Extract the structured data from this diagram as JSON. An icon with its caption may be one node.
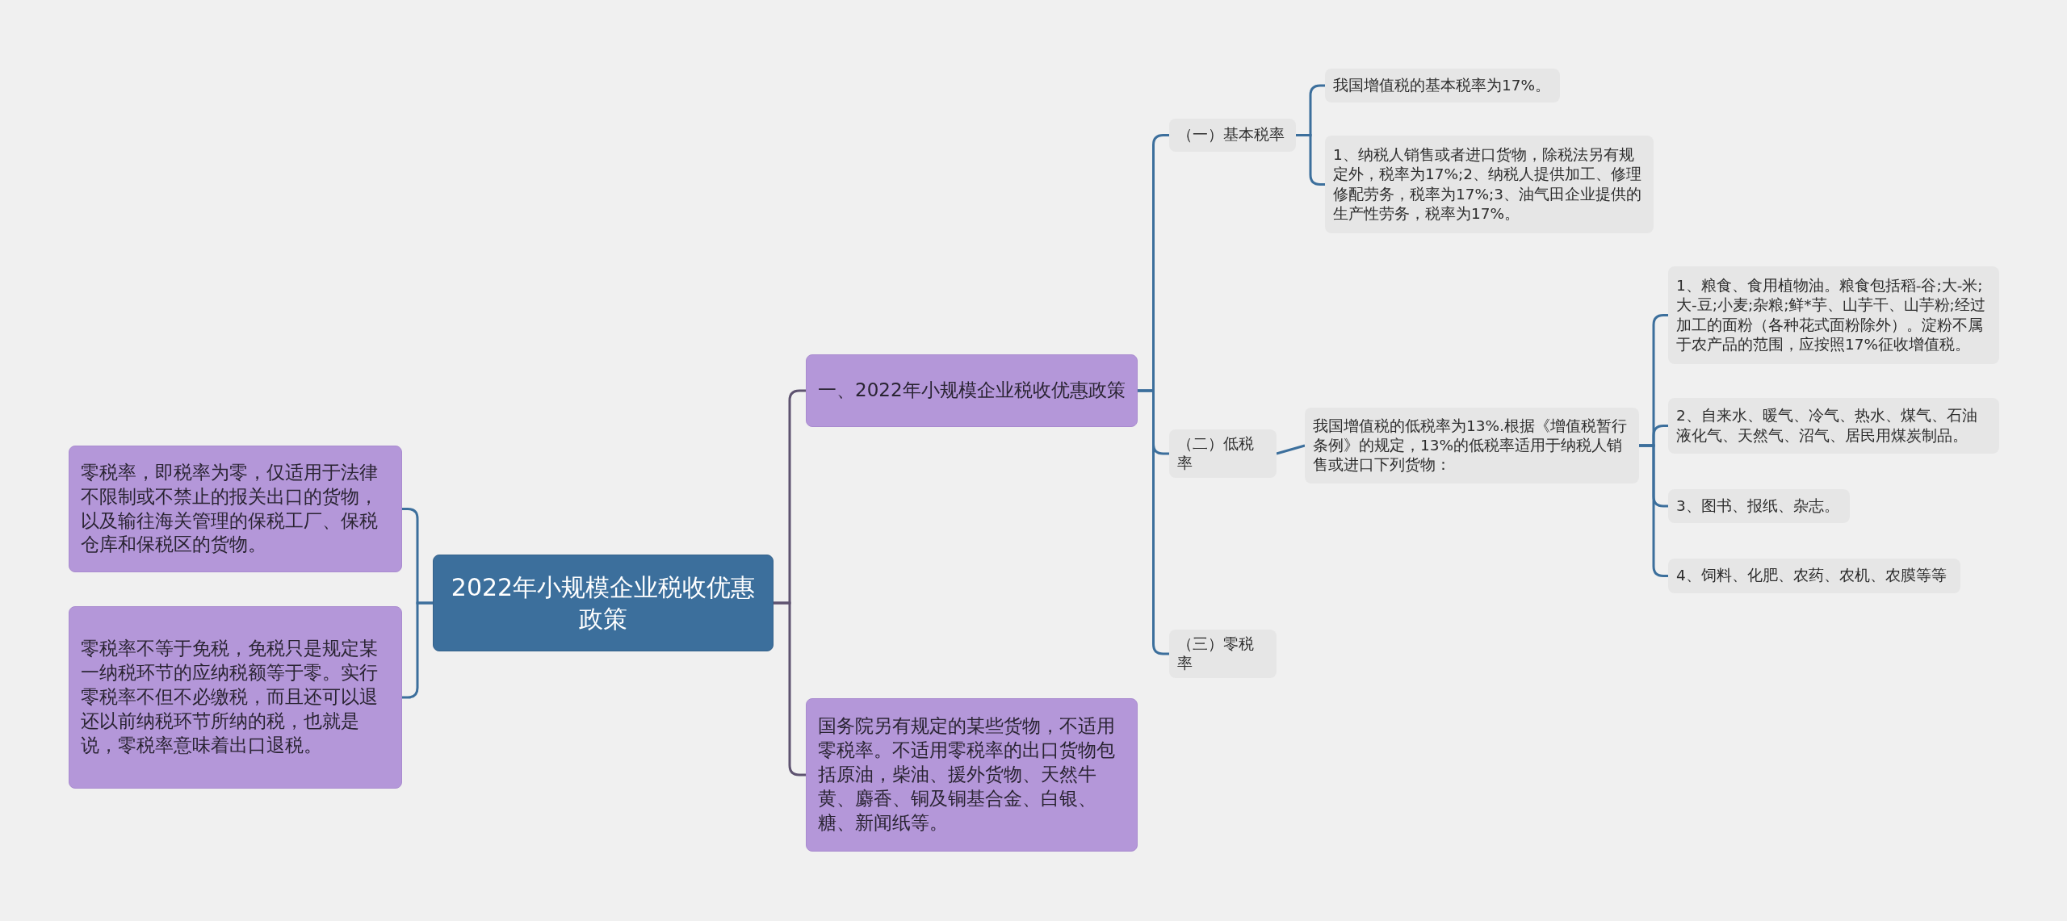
{
  "diagram": {
    "nodes": [
      {
        "text": [
          "2022年小规模企业税收优惠政策"
        ]
      },
      {
        "text": [
          "一、2022年小规模企业税收优惠政策"
        ]
      },
      {
        "text": [
          "（一）基本税率"
        ]
      },
      {
        "text": [
          "我国增值税的基本税率为17%。"
        ]
      },
      {
        "text": [
          "1、纳税人销售或者进口货物，除税法另有规定外，税率为17%;2、纳税人提供加工、修理修配劳务，税率为17%;3、油气田企业提供的生产性劳务，税率为17%。"
        ]
      },
      {
        "text": [
          "（二）低税率"
        ]
      },
      {
        "text": [
          "我国增值税的低税率为13%.根据《增值税暂行条例》的规定，13%的低税率适用于纳税人销售或进口下列货物："
        ]
      },
      {
        "text": [
          "1、粮食、食用植物油。粮食包括稻-谷;大-米;大-豆;小麦;杂粮;鲜*芋、山芋干、山芋粉;经过加工的面粉（各种花式面粉除外）。淀粉不属于农产品的范围，应按照17%征收增值税。"
        ]
      },
      {
        "text": [
          "2、自来水、暖气、冷气、热水、煤气、石油液化气、天然气、沼气、居民用煤炭制品。"
        ]
      },
      {
        "text": [
          "3、图书、报纸、杂志。"
        ]
      },
      {
        "text": [
          "4、饲料、化肥、农药、农机、农膜等等"
        ]
      },
      {
        "text": [
          "（三）零税率"
        ]
      },
      {
        "text": [
          "国务院另有规定的某些货物，不适用零税率。不适用零税率的出口货物包括原油，柴油、援外货物、天然牛黄、麝香、铜及铜基合金、白银、糖、新闻纸等。"
        ]
      },
      {
        "text": [
          "零税率，即税率为零，仅适用于法律不限制或不禁止的报关出口的货物，以及输往海关管理的保税工厂、保税仓库和保税区的货物。"
        ]
      },
      {
        "text": [
          "零税率不等于免税，免税只是规定某一纳税环节的应纳税额等于零。实行零税率不但不必缴税，而且还可以退还以前纳税环节所纳的税，也就是说，零税率意味着出口退税。"
        ]
      }
    ],
    "edges": [
      {
        "from": 0,
        "to": 1,
        "arrow": "none",
        "color": "#5e5370"
      },
      {
        "from": 1,
        "to": 2,
        "arrow": "none"
      },
      {
        "from": 2,
        "to": 3,
        "arrow": "none"
      },
      {
        "from": 2,
        "to": 4,
        "arrow": "none"
      },
      {
        "from": 1,
        "to": 5,
        "arrow": "none"
      },
      {
        "from": 5,
        "to": 6,
        "arrow": "none"
      },
      {
        "from": 6,
        "to": 7,
        "arrow": "none"
      },
      {
        "from": 6,
        "to": 8,
        "arrow": "none"
      },
      {
        "from": 6,
        "to": 9,
        "arrow": "none"
      },
      {
        "from": 6,
        "to": 10,
        "arrow": "none"
      },
      {
        "from": 1,
        "to": 11,
        "arrow": "none"
      },
      {
        "from": 0,
        "to": 12,
        "arrow": "none",
        "color": "#5e5370"
      },
      {
        "from": 0,
        "to": 13,
        "arrow": "none"
      },
      {
        "from": 0,
        "to": 14,
        "arrow": "none"
      }
    ]
  }
}
